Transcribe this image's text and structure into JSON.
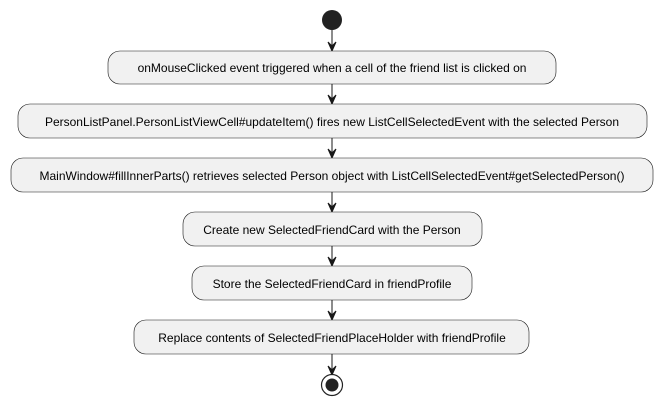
{
  "diagram": {
    "type": "activity-diagram",
    "start_node": {
      "kind": "initial"
    },
    "end_node": {
      "kind": "final"
    },
    "actions": [
      {
        "id": "a1",
        "label": "onMouseClicked event triggered when a cell of the friend list is clicked on"
      },
      {
        "id": "a2",
        "label": "PersonListPanel.PersonListViewCell#updateItem() fires new ListCellSelectedEvent with the selected Person"
      },
      {
        "id": "a3",
        "label": "MainWindow#fillInnerParts() retrieves selected Person object with ListCellSelectedEvent#getSelectedPerson()"
      },
      {
        "id": "a4",
        "label": "Create new SelectedFriendCard with the Person"
      },
      {
        "id": "a5",
        "label": "Store the SelectedFriendCard in friendProfile"
      },
      {
        "id": "a6",
        "label": "Replace contents of SelectedFriendPlaceHolder with friendProfile"
      }
    ],
    "flow": [
      "start",
      "a1",
      "a2",
      "a3",
      "a4",
      "a5",
      "a6",
      "end"
    ],
    "colors": {
      "node_fill": "#f1f1f1",
      "stroke": "#181818",
      "start_fill": "#222222"
    }
  }
}
